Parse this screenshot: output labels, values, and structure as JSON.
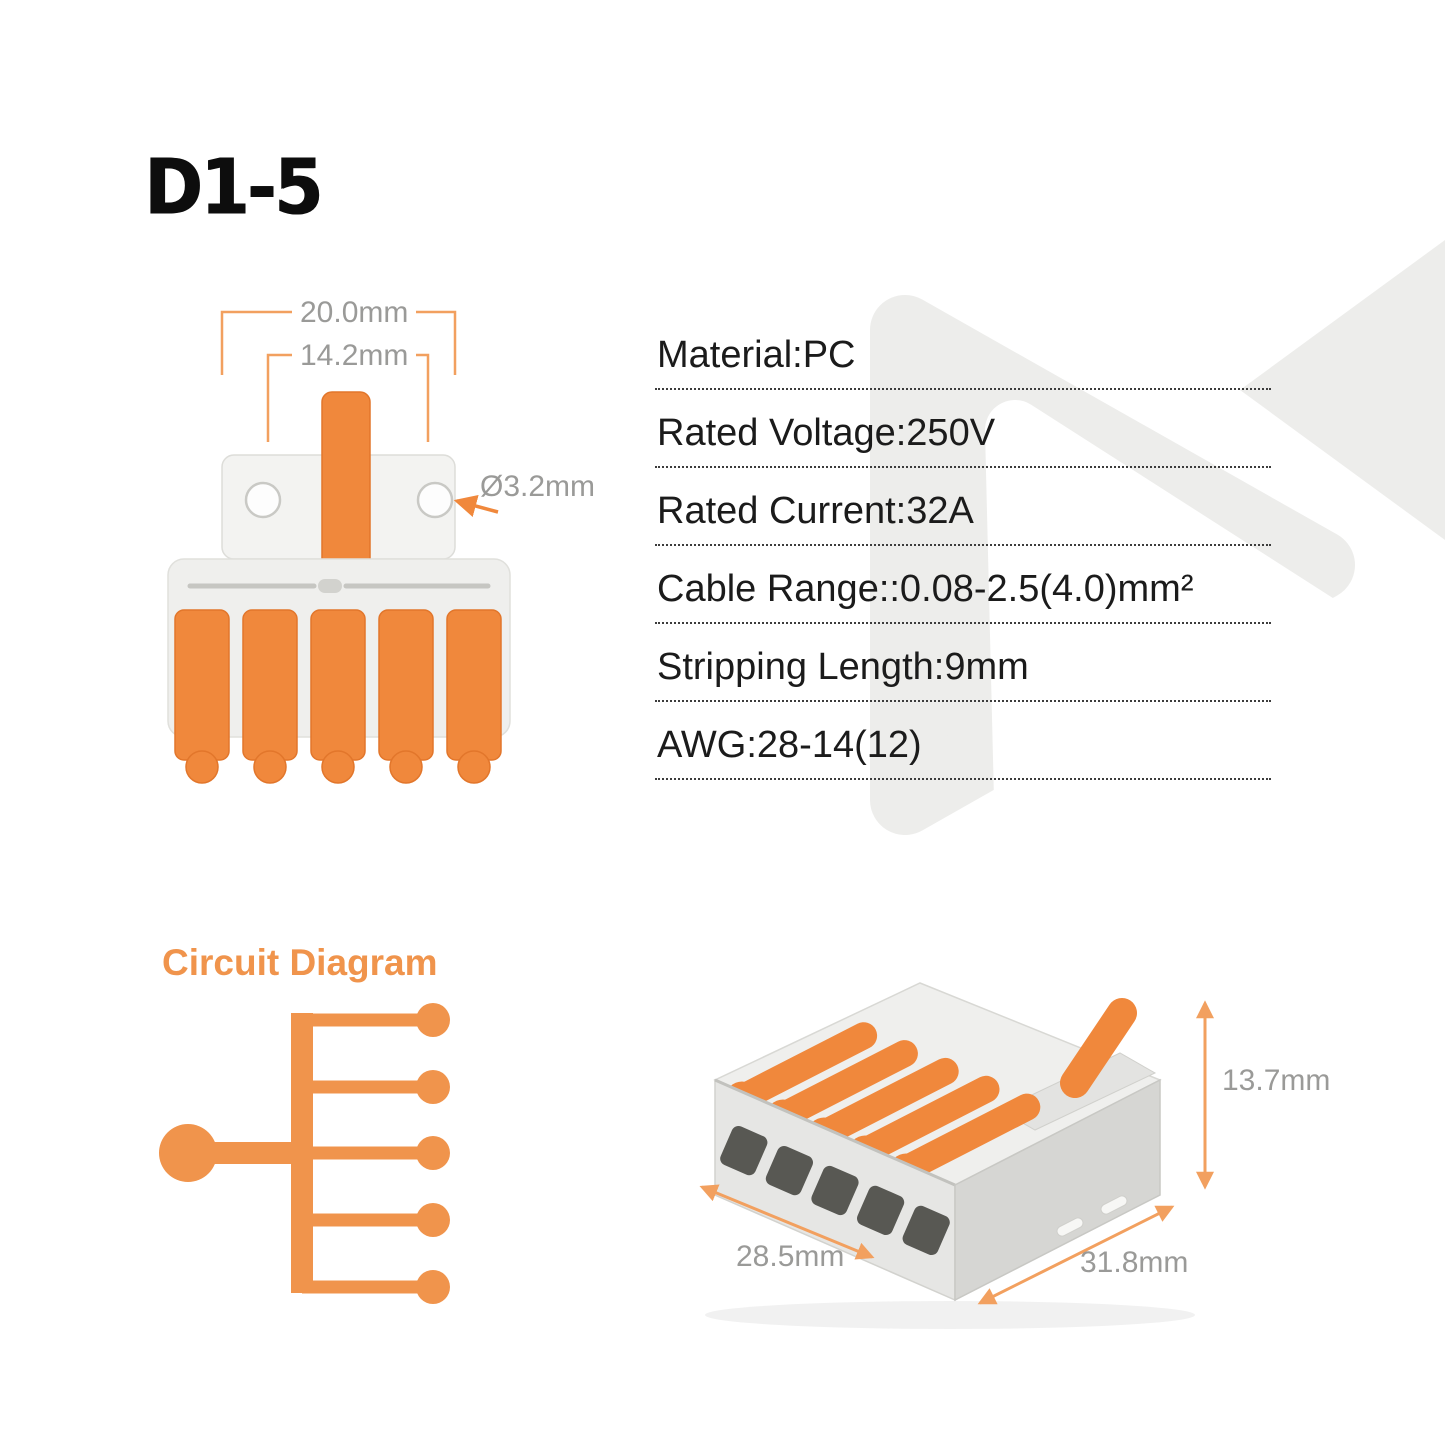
{
  "page": {
    "title": "D1-5"
  },
  "front_view": {
    "dim_outer_width": "20.0mm",
    "dim_inner_width": "14.2mm",
    "dim_hole_diameter": "Ø3.2mm"
  },
  "specs": [
    "Material:PC",
    "Rated Voltage:250V",
    "Rated Current:32A",
    "Cable Range::0.08-2.5(4.0)mm²",
    "Stripping Length:9mm",
    "AWG:28-14(12)"
  ],
  "circuit_diagram": {
    "title": "Circuit Diagram"
  },
  "perspective_view": {
    "dim_height": "13.7mm",
    "dim_width": "28.5mm",
    "dim_depth": "31.8mm"
  },
  "colors": {
    "lever_orange": "#F0883C",
    "circuit_orange": "#F0944C",
    "dimension_orange": "#F2A05F",
    "body_gray": "#EFEFED",
    "label_gray": "#9A9A98",
    "text_black": "#1B1B1B",
    "watermark_gray": "#EDEDEB"
  }
}
